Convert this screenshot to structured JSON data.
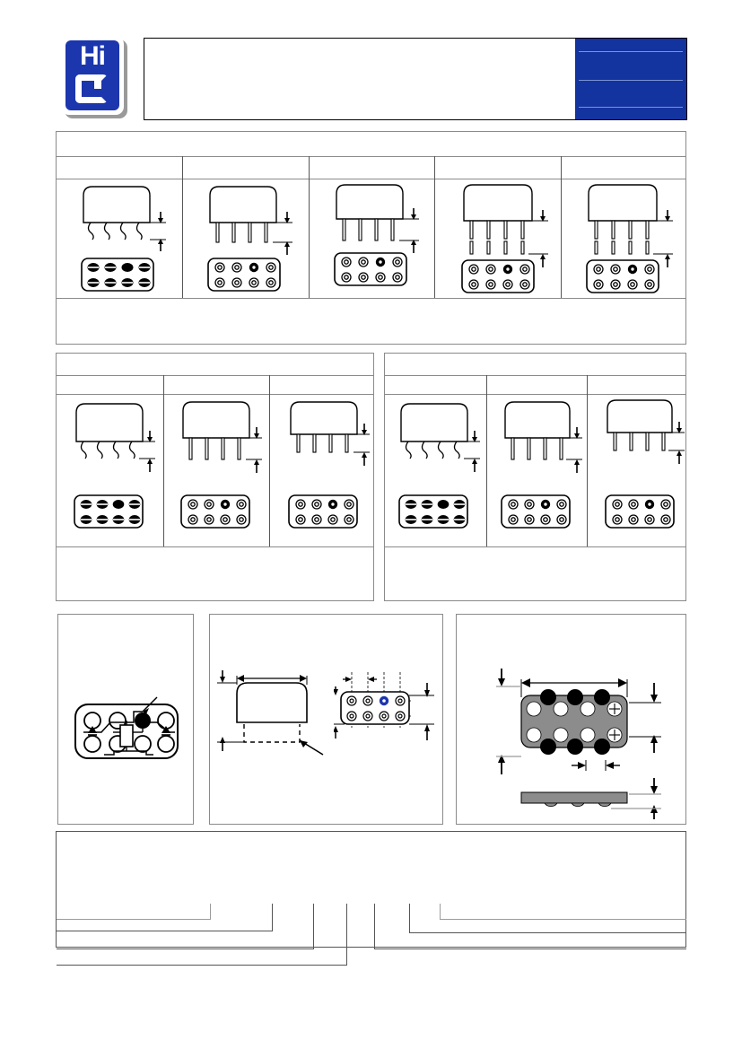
{
  "document": {
    "header": {
      "logo": {
        "top_text": "Hi",
        "bottom_glyph": "c-shape",
        "brand_color": "#1c36ad"
      },
      "title": "",
      "subtitle": "",
      "panel": {
        "color": "#13339e",
        "line1": "",
        "line2": "",
        "line3": ""
      }
    },
    "section1": {
      "heading": "",
      "columns": [
        {
          "label": "",
          "lead_style": "gull-wing",
          "footprint": "smd-oval",
          "pin1_filled": true
        },
        {
          "label": "",
          "lead_style": "straight-short",
          "footprint": "through-hole",
          "pin1_filled": true
        },
        {
          "label": "",
          "lead_style": "straight-short",
          "footprint": "through-hole",
          "pin1_filled": true
        },
        {
          "label": "",
          "lead_style": "straight-long-break",
          "footprint": "through-hole",
          "pin1_filled": true
        },
        {
          "label": "",
          "lead_style": "straight-long-break",
          "footprint": "through-hole",
          "pin1_filled": true
        }
      ],
      "note": ""
    },
    "section2": {
      "left_table": {
        "heading": "",
        "columns": [
          {
            "label": "",
            "lead_style": "gull-wing",
            "footprint": "smd-oval",
            "pin1_filled": true
          },
          {
            "label": "",
            "lead_style": "straight-short",
            "footprint": "through-hole",
            "pin1_filled": true
          },
          {
            "label": "",
            "lead_style": "straight-short",
            "footprint": "through-hole",
            "pin1_filled": true
          }
        ],
        "note": ""
      },
      "right_table": {
        "heading": "",
        "columns": [
          {
            "label": "",
            "lead_style": "gull-wing",
            "footprint": "smd-oval",
            "pin1_filled": true
          },
          {
            "label": "",
            "lead_style": "straight-short",
            "footprint": "through-hole",
            "pin1_filled": true
          },
          {
            "label": "",
            "lead_style": "straight-short",
            "footprint": "through-hole",
            "pin1_filled": true
          }
        ],
        "note": ""
      }
    },
    "section3": {
      "schematic_box": {
        "caption": "",
        "pin_count": 8,
        "pin1_filled": true
      },
      "dimension_box": {
        "caption": "",
        "side_view_label": "",
        "top_view_label": "",
        "pin1_color": "#1c36ad"
      },
      "pcb_box": {
        "caption": "",
        "board_color": "#8c8c8c",
        "pad_light": "#ffffff",
        "pad_dark": "#000000"
      }
    },
    "ordering": {
      "heading": "",
      "part_code": "",
      "left_labels": [
        "",
        "",
        "",
        ""
      ],
      "right_labels": [
        "",
        "",
        ""
      ]
    },
    "footer": {
      "note": ""
    }
  }
}
